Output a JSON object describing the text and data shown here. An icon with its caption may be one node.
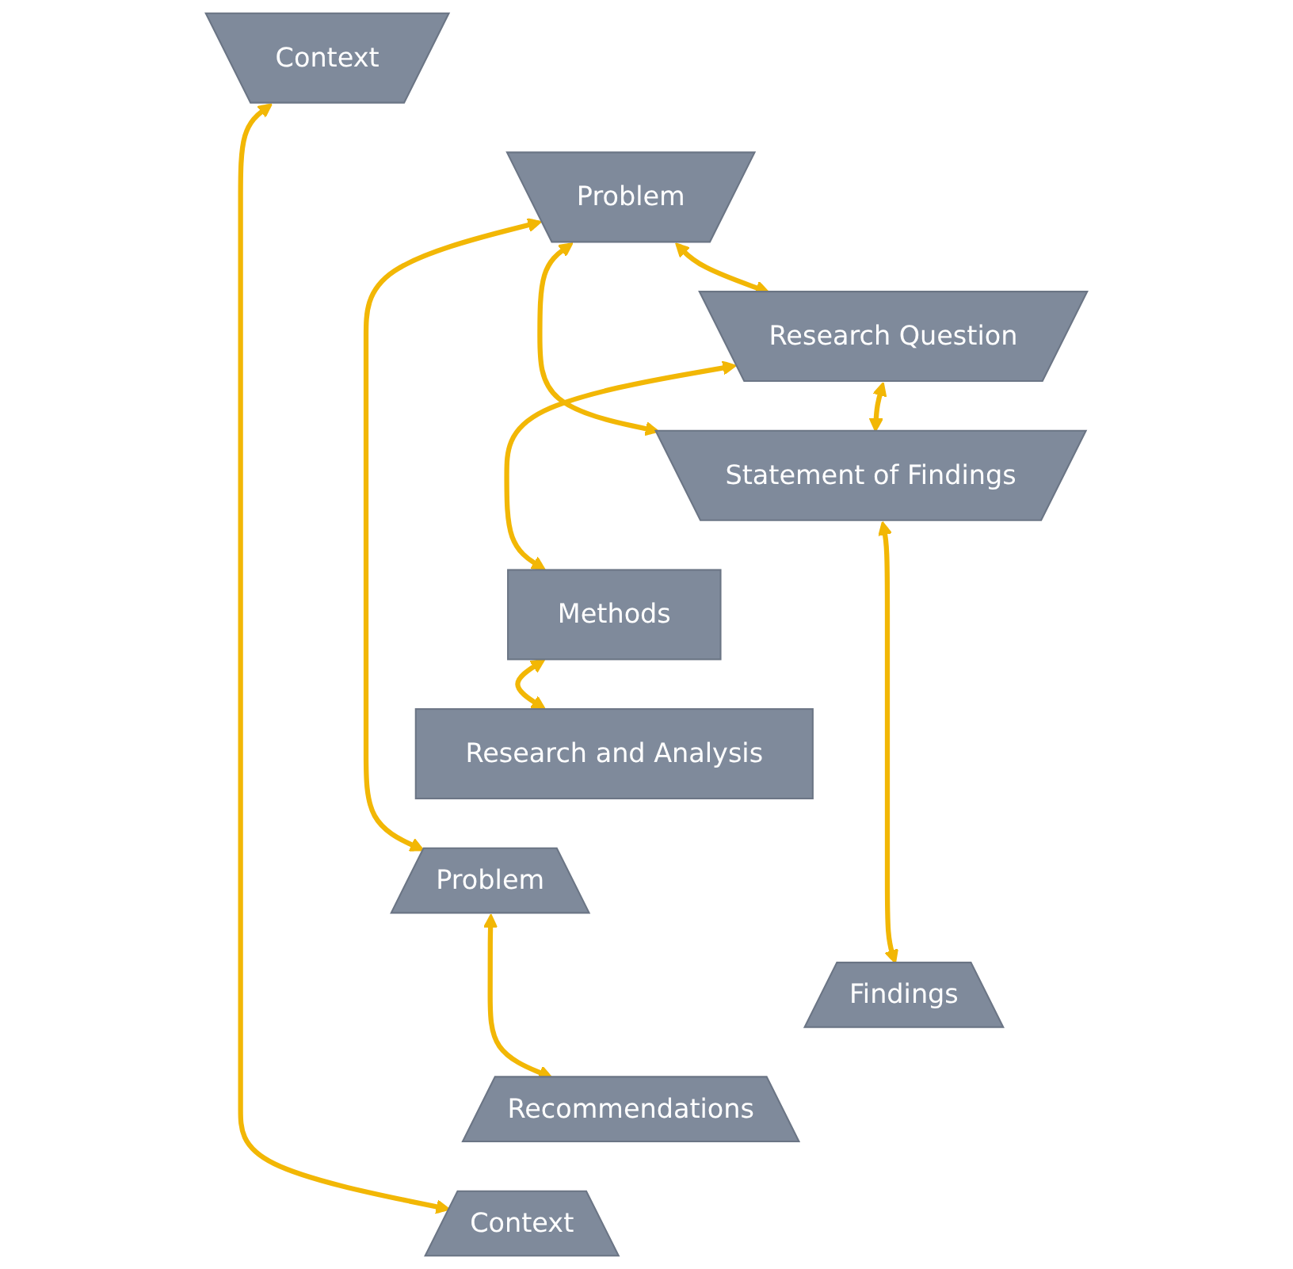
{
  "diagram": {
    "nodes": [
      {
        "text": [
          "Context"
        ]
      },
      {
        "text": [
          "Problem"
        ]
      },
      {
        "text": [
          "Research Question"
        ]
      },
      {
        "text": [
          "Statement of Findings"
        ]
      },
      {
        "text": [
          "Methods"
        ]
      },
      {
        "text": [
          "Research and Analysis"
        ]
      },
      {
        "text": [
          "Problem"
        ]
      },
      {
        "text": [
          "Findings"
        ]
      },
      {
        "text": [
          "Recommendations"
        ]
      },
      {
        "text": [
          "Context"
        ]
      }
    ],
    "edges": [
      {
        "from": 0,
        "to": 9,
        "arrow": "both"
      },
      {
        "from": 1,
        "to": 6,
        "arrow": "both"
      },
      {
        "from": 3,
        "to": 7,
        "arrow": "both"
      },
      {
        "from": 1,
        "to": 2,
        "arrow": "both"
      },
      {
        "from": 1,
        "to": 3,
        "arrow": "both"
      },
      {
        "from": 2,
        "to": 3,
        "arrow": "both"
      },
      {
        "from": 2,
        "to": 4,
        "arrow": "both"
      },
      {
        "from": 4,
        "to": 5,
        "arrow": "both"
      },
      {
        "from": 6,
        "to": 8,
        "arrow": "both"
      }
    ]
  }
}
